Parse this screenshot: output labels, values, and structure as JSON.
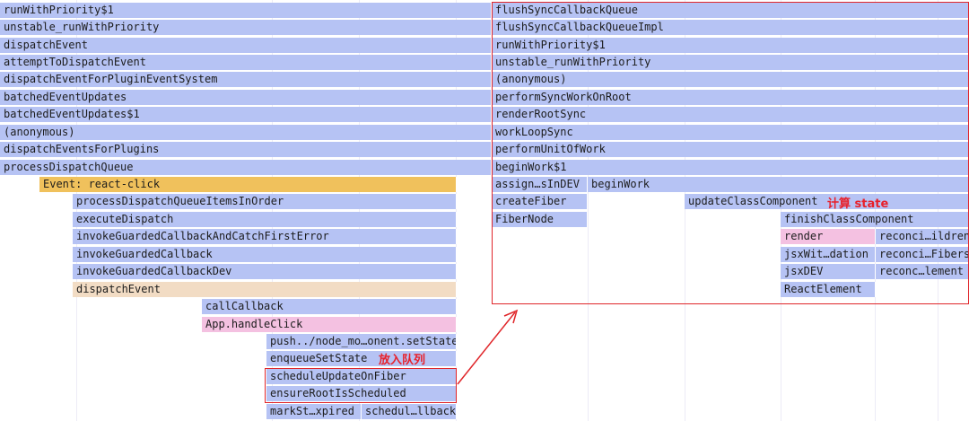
{
  "colors": {
    "blue": "#b6c3f4",
    "yellow": "#f0c15c",
    "pink": "#f4c1e1",
    "peach": "#f2dcc4",
    "annotation": "#e8202a"
  },
  "left": {
    "full_rows": [
      "runWithPriority$1",
      "unstable_runWithPriority",
      "dispatchEvent",
      "attemptToDispatchEvent",
      "dispatchEventForPluginEventSystem",
      "batchedEventUpdates",
      "batchedEventUpdates$1",
      "(anonymous)",
      "dispatchEventsForPlugins",
      "processDispatchQueue"
    ],
    "event_label": "Event: react-click",
    "process_dispatch_queue_items": "processDispatchQueueItemsInOrder",
    "execute_dispatch": "executeDispatch",
    "invoke_and_catch": "invokeGuardedCallbackAndCatchFirstError",
    "invoke_callback": "invokeGuardedCallback",
    "invoke_callback_dev": "invokeGuardedCallbackDev",
    "dispatch_event": "dispatchEvent",
    "call_callback": "callCallback",
    "handle_click": "App.handleClick",
    "set_state": "push../node_mo…onent.setState",
    "enqueue_set_state": "enqueueSetState",
    "schedule_update": "scheduleUpdateOnFiber",
    "ensure_root": "ensureRootIsScheduled",
    "mark_starved": "markSt…xpired",
    "schedule_callback": "schedul…llback",
    "annotation_queue": "放入队列"
  },
  "right": {
    "full_rows": [
      "flushSyncCallbackQueue",
      "flushSyncCallbackQueueImpl",
      "runWithPriority$1",
      "unstable_runWithPriority",
      "(anonymous)",
      "performSyncWorkOnRoot",
      "renderRootSync",
      "workLoopSync",
      "performUnitOfWork",
      "beginWork$1"
    ],
    "assign_dev": "assign…sInDEV",
    "begin_work": "beginWork",
    "create_fiber": "createFiber",
    "fiber_node": "FiberNode",
    "update_class_component": "updateClassComponent",
    "annotation_state": "计算 state",
    "finish_class_component": "finishClassComponent",
    "render": "render",
    "reconcile_children": "reconci…ildren",
    "jsx_with_validation": "jsxWit…dation",
    "reconcile_fibers": "reconci…Fibers",
    "jsx_dev": "jsxDEV",
    "reconcile_element": "reconc…lement",
    "react_element": "ReactElement"
  }
}
